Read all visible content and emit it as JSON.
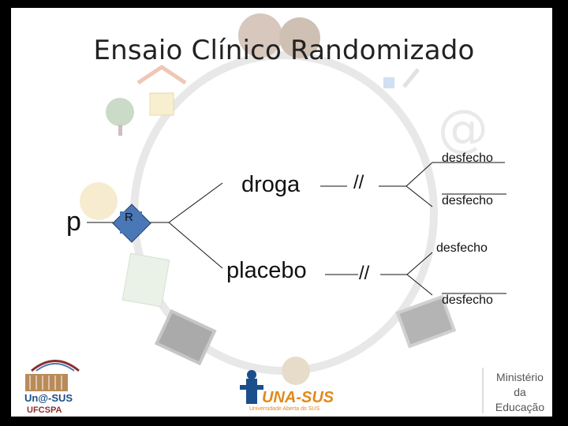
{
  "slide": {
    "title": "Ensaio Clínico Randomizado"
  },
  "diagram": {
    "start_label": "p",
    "randomize_label": "R",
    "arms": [
      {
        "label": "droga",
        "outcomes": [
          "desfecho",
          "desfecho"
        ]
      },
      {
        "label": "placebo",
        "outcomes": [
          "desfecho",
          "desfecho"
        ]
      }
    ],
    "break_mark": "//"
  },
  "logos": {
    "unasus_left": "Un@-SUS",
    "ufcspa": "UFCSPA",
    "unasus_center": "UNA-SUS",
    "unasus_center_sub": "Universidade Aberta do SUS",
    "ministerio_line1": "Ministério",
    "ministerio_line2": "da",
    "ministerio_line3": "Educação"
  },
  "colors": {
    "decor": "#c9c9c9",
    "diamond": "#4a77b5",
    "unasus_orange": "#e08a1e",
    "ufcspa_red": "#8b2e2e"
  }
}
